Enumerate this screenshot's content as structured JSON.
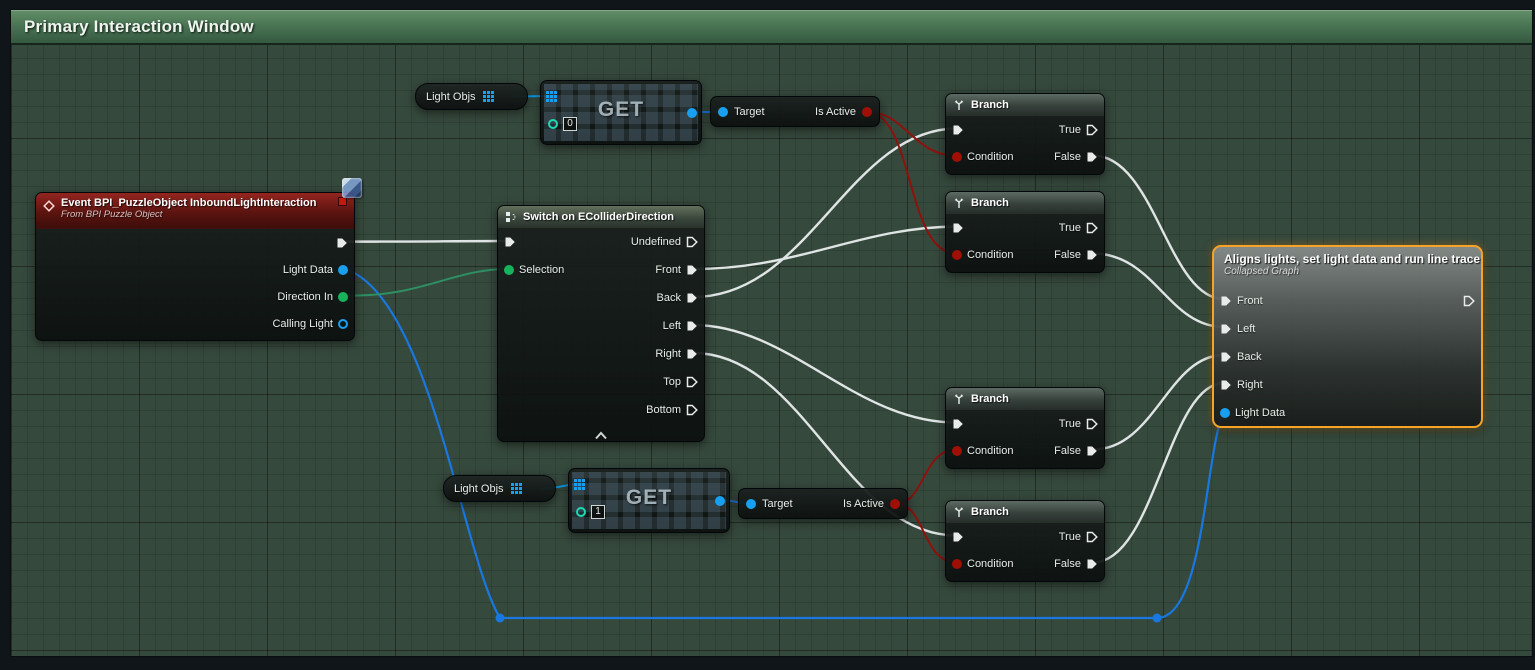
{
  "window": {
    "title": "Primary Interaction Window"
  },
  "colors": {
    "selection_border": "#f7a328",
    "pin_exec": "#e9ebea",
    "pin_bool": "#a00f06",
    "pin_object": "#18a0f0",
    "pin_int": "#1fd8b4",
    "pin_enum": "#17b35c",
    "wire_exec": "#dfe4e4",
    "wire_bool": "#8e120c",
    "wire_object": "#1878e0",
    "wire_array": "#0b9bea",
    "wire_enum": "#2d8f63",
    "titlebar_green": "#4a7655",
    "grid_background": "#36493d"
  },
  "nodes": {
    "event": {
      "title": "Event BPI_PuzzleObject InboundLightInteraction",
      "subtitle": "From BPI Puzzle Object",
      "pins": {
        "light_data": "Light Data",
        "direction_in": "Direction In",
        "calling_light": "Calling Light"
      }
    },
    "light_objs_top": {
      "label": "Light Objs"
    },
    "get_top": {
      "label": "GET",
      "index": "0"
    },
    "is_active_top": {
      "target": "Target",
      "result": "Is Active"
    },
    "switch": {
      "title": "Switch on EColliderDirection",
      "selection": "Selection",
      "outputs": [
        "Undefined",
        "Front",
        "Back",
        "Left",
        "Right",
        "Top",
        "Bottom"
      ]
    },
    "light_objs_bottom": {
      "label": "Light Objs"
    },
    "get_bottom": {
      "label": "GET",
      "index": "1"
    },
    "is_active_bottom": {
      "target": "Target",
      "result": "Is Active"
    },
    "collapsed": {
      "title": "Aligns lights, set light data and run line trace",
      "subtitle": "Collapsed Graph",
      "inputs": [
        "Front",
        "Left",
        "Back",
        "Right",
        "Light Data"
      ]
    }
  },
  "branches": [
    {
      "title": "Branch",
      "condition": "Condition",
      "true_label": "True",
      "false_label": "False"
    },
    {
      "title": "Branch",
      "condition": "Condition",
      "true_label": "True",
      "false_label": "False"
    },
    {
      "title": "Branch",
      "condition": "Condition",
      "true_label": "True",
      "false_label": "False"
    },
    {
      "title": "Branch",
      "condition": "Condition",
      "true_label": "True",
      "false_label": "False"
    }
  ]
}
